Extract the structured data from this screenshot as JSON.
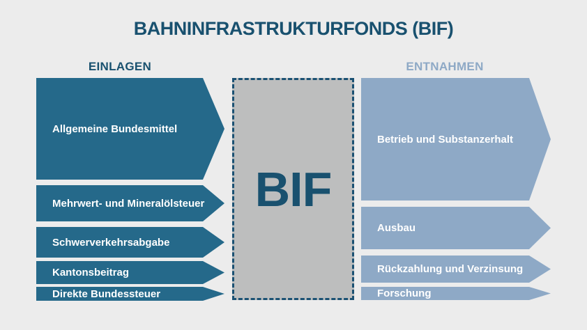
{
  "title": "BAHNINFRASTRUKTURFONDS (BIF)",
  "center": {
    "label": "BIF"
  },
  "einlagen": {
    "header": "EINLAGEN",
    "items": [
      {
        "label": "Allgemeine Bundesmittel"
      },
      {
        "label": "Mehrwert- und Mineralölsteuer"
      },
      {
        "label": "Schwerverkehrsabgabe"
      },
      {
        "label": "Kantonsbeitrag"
      },
      {
        "label": "Direkte Bundessteuer"
      }
    ]
  },
  "entnahmen": {
    "header": "ENTNAHMEN",
    "items": [
      {
        "label": "Betrieb und Substanzerhalt"
      },
      {
        "label": "Ausbau"
      },
      {
        "label": "Rückzahlung und Verzinsung"
      },
      {
        "label": "Forschung"
      }
    ]
  },
  "colors": {
    "background": "#ececec",
    "inflow": "#25698a",
    "outflow": "#8ea9c6",
    "heading_dark": "#19516f",
    "heading_light": "#8ea9c6",
    "fund_fill": "#bdbebe",
    "fund_border": "#1b5173",
    "label_text": "#ffffff"
  }
}
